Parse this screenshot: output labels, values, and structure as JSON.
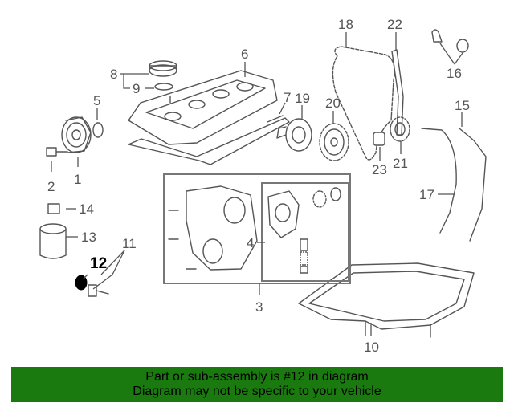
{
  "callouts": {
    "c1": "1",
    "c2": "2",
    "c3": "3",
    "c4": "4",
    "c5": "5",
    "c6": "6",
    "c7": "7",
    "c8": "8",
    "c9": "9",
    "c10": "10",
    "c11": "11",
    "c12": "12",
    "c13": "13",
    "c14": "14",
    "c15": "15",
    "c16": "16",
    "c17": "17",
    "c18": "18",
    "c19": "19",
    "c20": "20",
    "c21": "21",
    "c22": "22",
    "c23": "23"
  },
  "banner": {
    "line1": "Part or sub-assembly is #12 in diagram",
    "line2": "Diagram may not be specific to your vehicle"
  },
  "colors": {
    "banner_bg": "#1a7a0f",
    "line": "#555555"
  }
}
